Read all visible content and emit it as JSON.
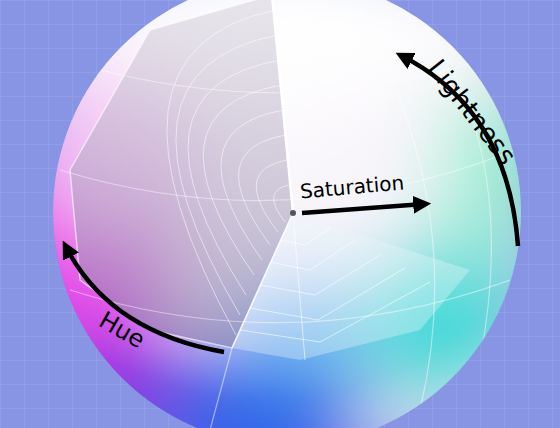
{
  "diagram": {
    "labels": [
      "Lightness",
      "Saturation",
      "Hue"
    ]
  }
}
